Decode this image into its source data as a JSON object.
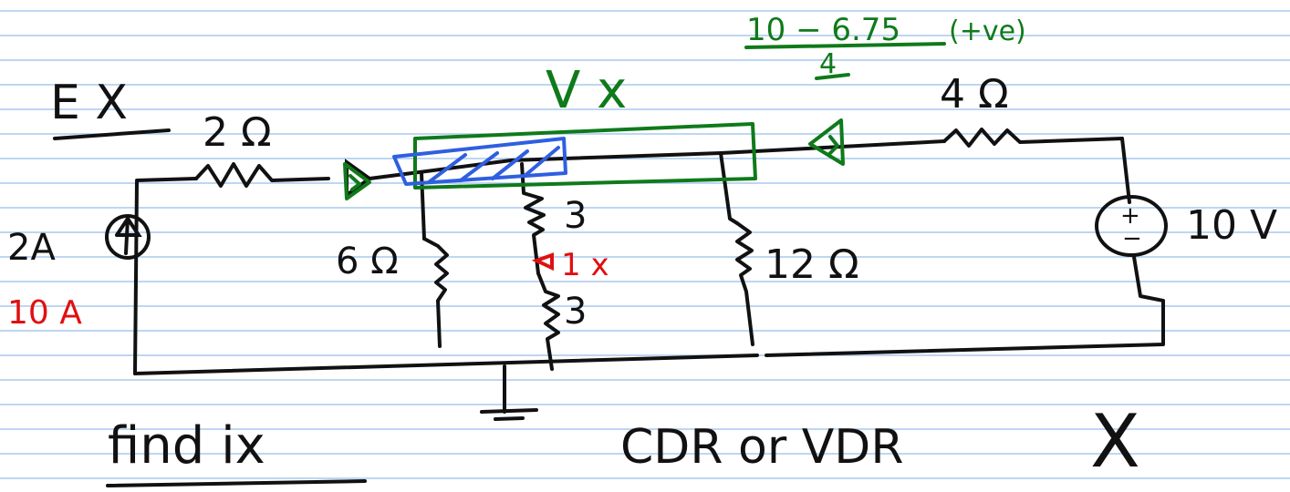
{
  "colors": {
    "rule_line": "#a9c8ef",
    "ink": "#111111",
    "green": "#0f7a1a",
    "blue": "#2f5fe0",
    "red": "#e01010"
  },
  "labels": {
    "example": "E X",
    "resistor_2": "2 Ω",
    "vx": "V x",
    "resistor_4": "4 Ω",
    "green_numerator": "10 − 6.75",
    "green_direction": "(+ve)",
    "green_denominator": "4",
    "source_2a": "2A",
    "source_10a": "10 A",
    "resistor_6": "6 Ω",
    "resistor_3_top": "3",
    "resistor_3_bottom": "3",
    "ix_label": "1 x",
    "resistor_12": "12 Ω",
    "source_10v": "10 V",
    "voltage_plus": "+",
    "voltage_minus": "−",
    "find": "find ix",
    "cdr_vdr": "CDR or VDR",
    "big_x": "X"
  }
}
